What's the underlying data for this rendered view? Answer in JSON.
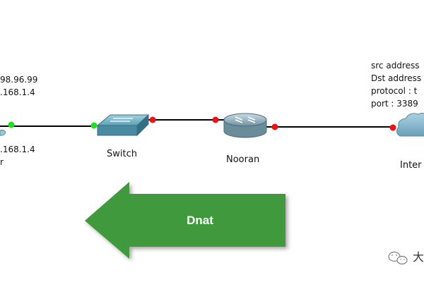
{
  "diagram": {
    "left_box": {
      "line1": "98.96.99",
      "line2": ".168.1.4",
      "line3": ".168.1.4",
      "line4": "r"
    },
    "right_box": {
      "line1": "src address",
      "line2": "Dst address",
      "line3": "protocol : t",
      "line4": "port : 3389"
    },
    "devices": {
      "switch_label": "Switch",
      "router_label": "Nooran",
      "cloud_label": "Inter"
    },
    "arrow": {
      "label": "Dnat",
      "fill_color": "#3f9a3c",
      "direction": "left"
    },
    "port_colors": {
      "up": "#22dd22",
      "down": "#ee1111"
    },
    "watermark": {
      "icon": "wechat-icon",
      "text": "大"
    }
  }
}
